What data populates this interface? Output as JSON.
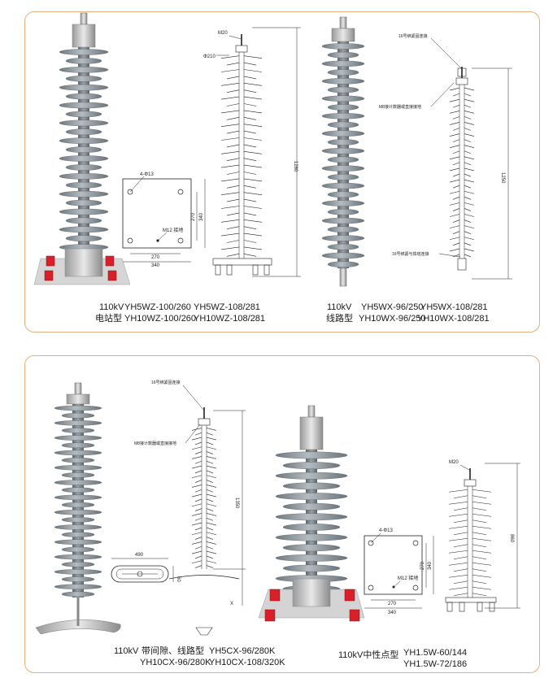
{
  "panel_top": {
    "left_caption": {
      "voltage": "110kV",
      "type": "电站型",
      "models": [
        "YH5WZ-100/260",
        "YH10WZ-100/260",
        "YH5WZ-108/281",
        "YH10WZ-108/281"
      ]
    },
    "right_caption": {
      "voltage": "110kV",
      "type": "线路型",
      "models": [
        "YH5WX-96/250",
        "YH10WX-96/250",
        "YH5WX-108/281",
        "YH10WX-108/281"
      ]
    },
    "station_drawing": {
      "terminal": "M20",
      "diameter": "Φ210",
      "height": "1280"
    },
    "base_plate": {
      "holes": "4-Φ13",
      "ground": "M12 接地",
      "inner_w": "270",
      "outer_w": "340",
      "inner_h": "270",
      "outer_h": "340"
    },
    "line_drawing": {
      "top_note": "16号绑紧固连接",
      "mid_note": "M8接计数器或直接接地",
      "bottom_note": "16号绑紧与铁塔连接",
      "height": "1250"
    }
  },
  "panel_bottom": {
    "left_caption": {
      "voltage": "110kV",
      "type": "带间隙、线路型",
      "models": [
        "YH5CX-96/280K",
        "YH10CX-96/280K",
        "YH10CX-108/320K"
      ]
    },
    "right_caption": {
      "title": "110kV中性点型",
      "models": [
        "YH1.5W-60/144",
        "YH1.5W-72/186"
      ]
    },
    "gap_drawing": {
      "top_note": "16号绑紧固连接",
      "mid_note": "M8接计数器或直接接地",
      "height": "1350",
      "frame_width": "490",
      "frame_height": "60",
      "gap_label": "X"
    },
    "neutral_base_plate": {
      "holes": "4-Φ13",
      "ground": "M12 接地",
      "inner_w": "270",
      "outer_w": "340",
      "inner_h": "270",
      "outer_h": "340"
    },
    "neutral_drawing": {
      "terminal": "M20",
      "height": "860"
    }
  },
  "colors": {
    "border": "#e2b27a",
    "porcelain": "#8e979d",
    "line": "#222222"
  }
}
